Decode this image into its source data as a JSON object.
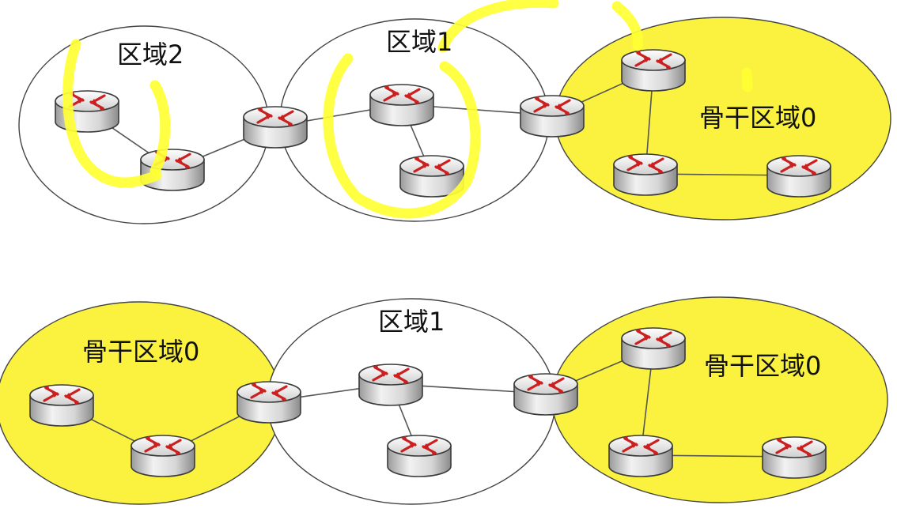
{
  "colors": {
    "backbone_fill": "#faf23f",
    "area_fill": "#ffffff",
    "highlight": "#ffff33",
    "router_arrow": "#cc1f1f"
  },
  "icons": [
    "router-icon"
  ],
  "top_diagram": {
    "areas": [
      {
        "label": "区域2",
        "backbone": false
      },
      {
        "label": "区域1",
        "backbone": false
      },
      {
        "label": "骨干区域0",
        "backbone": true
      }
    ]
  },
  "bottom_diagram": {
    "areas": [
      {
        "label": "骨干区域0",
        "backbone": true
      },
      {
        "label": "区域1",
        "backbone": false
      },
      {
        "label": "骨干区域0",
        "backbone": true
      }
    ]
  }
}
